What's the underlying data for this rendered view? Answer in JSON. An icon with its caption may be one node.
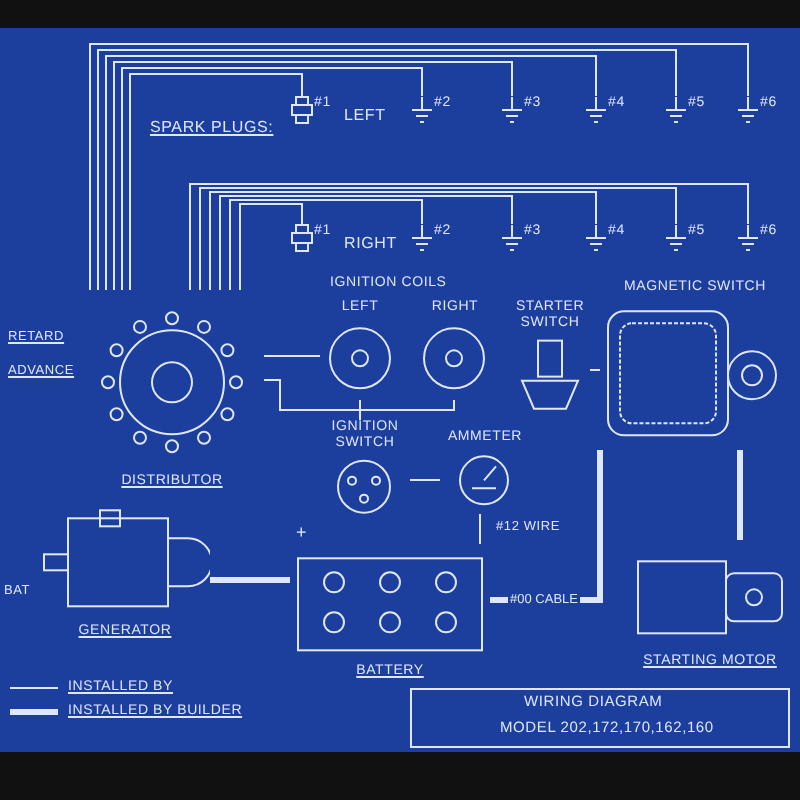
{
  "diagram": {
    "nodes": [
      {
        "text": [
          "DISTRIBUTOR"
        ]
      },
      {
        "text": [
          "LEFT"
        ]
      },
      {
        "text": [
          "RIGHT"
        ]
      },
      {
        "text": [
          "STARTER SWITCH"
        ]
      },
      {
        "text": [
          "MAGNETIC SWITCH"
        ]
      },
      {
        "text": [
          "IGNITION SWITCH"
        ]
      },
      {
        "text": [
          "AMMETER"
        ]
      },
      {
        "text": [
          "GENERATOR"
        ]
      },
      {
        "text": [
          "BATTERY"
        ]
      },
      {
        "text": [
          "STARTING MOTOR"
        ]
      },
      {
        "text": [
          "#1"
        ],
        "beside": [
          "LEFT"
        ]
      },
      {
        "text": [
          "#2"
        ]
      },
      {
        "text": [
          "#3"
        ]
      },
      {
        "text": [
          "#4"
        ]
      },
      {
        "text": [
          "#5"
        ]
      },
      {
        "text": [
          "#6"
        ]
      },
      {
        "text": [
          "#1"
        ],
        "beside": [
          "RIGHT"
        ]
      },
      {
        "text": [
          "#2"
        ]
      },
      {
        "text": [
          "#3"
        ]
      },
      {
        "text": [
          "#4"
        ]
      },
      {
        "text": [
          "#5"
        ]
      },
      {
        "text": [
          "#6"
        ]
      }
    ],
    "edges": [
      {
        "from": 0,
        "to": 10,
        "arrow": "none"
      },
      {
        "from": 0,
        "to": 11,
        "arrow": "none"
      },
      {
        "from": 0,
        "to": 12,
        "arrow": "none"
      },
      {
        "from": 0,
        "to": 13,
        "arrow": "none"
      },
      {
        "from": 0,
        "to": 14,
        "arrow": "none"
      },
      {
        "from": 0,
        "to": 15,
        "arrow": "none"
      },
      {
        "from": 0,
        "to": 16,
        "arrow": "none"
      },
      {
        "from": 0,
        "to": 17,
        "arrow": "none"
      },
      {
        "from": 0,
        "to": 18,
        "arrow": "none"
      },
      {
        "from": 0,
        "to": 19,
        "arrow": "none"
      },
      {
        "from": 0,
        "to": 20,
        "arrow": "none"
      },
      {
        "from": 0,
        "to": 21,
        "arrow": "none"
      },
      {
        "from": 1,
        "to": 0,
        "arrow": "none"
      },
      {
        "from": 2,
        "to": 0,
        "arrow": "none"
      },
      {
        "from": 5,
        "to": 1,
        "arrow": "none"
      },
      {
        "from": 6,
        "to": 5,
        "arrow": "none"
      },
      {
        "from": 8,
        "to": 6,
        "arrow": "none"
      },
      {
        "from": 7,
        "to": 8,
        "arrow": "none",
        "style": "thick"
      },
      {
        "from": 8,
        "to": 4,
        "arrow": "none",
        "style": "thick",
        "label": "#00 CABLE"
      },
      {
        "from": 4,
        "to": 9,
        "arrow": "none",
        "style": "thick"
      },
      {
        "from": 3,
        "to": 4,
        "arrow": "none"
      }
    ],
    "labels": [
      "SPARK PLUGS:",
      "IGNITION COILS",
      "RETARD",
      "ADVANCE",
      "#12 WIRE",
      "+",
      "BAT",
      "WIRING DIAGRAM",
      "MODEL 202,172,170,162,160"
    ],
    "legend": [
      {
        "text": "INSTALLED BY"
      },
      {
        "text": "INSTALLED BY BUILDER"
      }
    ]
  }
}
